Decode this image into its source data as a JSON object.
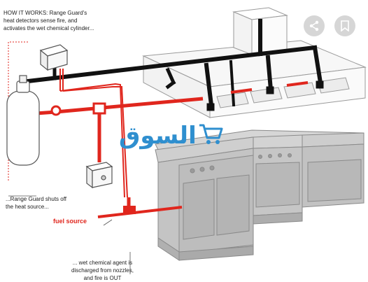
{
  "captions": {
    "how_it_works": [
      "HOW IT WORKS: Range Guard's",
      "heat detectors sense fire, and",
      "activates the wet chemical cylinder..."
    ],
    "shuts_off": [
      "...Range Guard shuts off",
      "the heat source..."
    ],
    "discharged": [
      "... wet chemical agent is",
      "discharged from nozzles,",
      "and fire is OUT"
    ]
  },
  "fuel_source_label": "fuel source",
  "watermark_text": "السوق",
  "icons": {
    "share": "share-icon",
    "bookmark": "bookmark-icon",
    "watermark_cart": "shopping-cart-icon"
  },
  "colors": {
    "pipe_black": "#111111",
    "pipe_red": "#e0261d",
    "equipment_fill": "#c9c9c9",
    "outline": "#8a8a8a",
    "watermark": "#2f8fcf"
  }
}
